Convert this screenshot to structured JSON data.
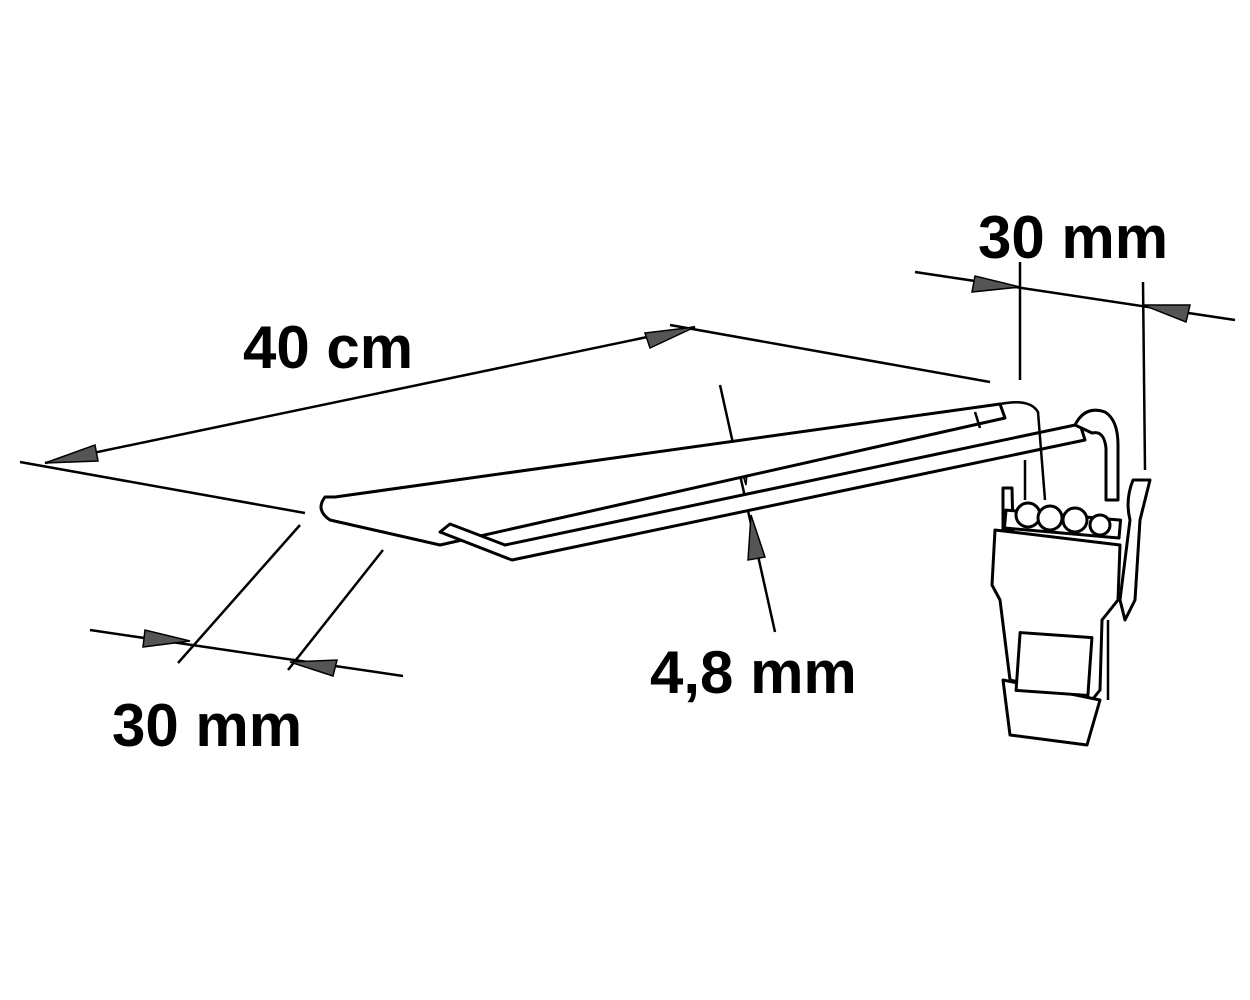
{
  "dimensions": {
    "length": "40 cm",
    "top_width": "30 mm",
    "bottom_width": "30 mm",
    "wire_diameter": "4,8 mm"
  },
  "colors": {
    "line": "#000000",
    "arrow_fill": "#555555",
    "background": "#ffffff"
  }
}
